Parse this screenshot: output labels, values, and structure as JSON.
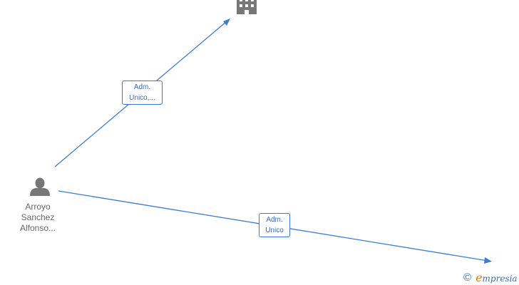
{
  "diagram": {
    "edges": [
      {
        "from": "person",
        "to": "company",
        "label_lines": [
          "Adm.",
          "Unico,..."
        ]
      },
      {
        "from": "person",
        "to": "offscreen",
        "label_lines": [
          "Adm.",
          "Unico"
        ]
      }
    ],
    "nodes": {
      "person": {
        "name_lines": [
          "Arroyo",
          "Sanchez",
          "Alfonso..."
        ],
        "icon": "person-icon"
      },
      "company": {
        "icon": "building-icon"
      }
    },
    "colors": {
      "edge": "#3a7bd5",
      "icon": "#777777",
      "label_text": "#3a6db5"
    }
  },
  "footer": {
    "copyright_symbol": "©",
    "brand_initial": "e",
    "brand_rest": "mpresia"
  }
}
